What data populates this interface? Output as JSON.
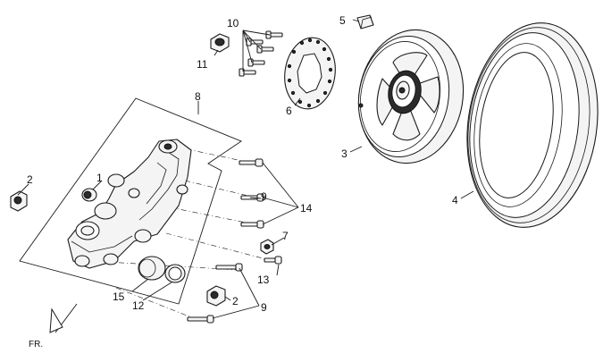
{
  "diagram": {
    "callouts": {
      "c1": "1",
      "c2a": "2",
      "c2b": "2",
      "c3": "3",
      "c4": "4",
      "c5": "5",
      "c6": "6",
      "c7": "7",
      "c8": "8",
      "c9a": "9",
      "c9b": "9",
      "c10": "10",
      "c11": "11",
      "c12": "12",
      "c13": "13",
      "c14": "14",
      "c15": "15"
    },
    "direction_label": "FR."
  }
}
